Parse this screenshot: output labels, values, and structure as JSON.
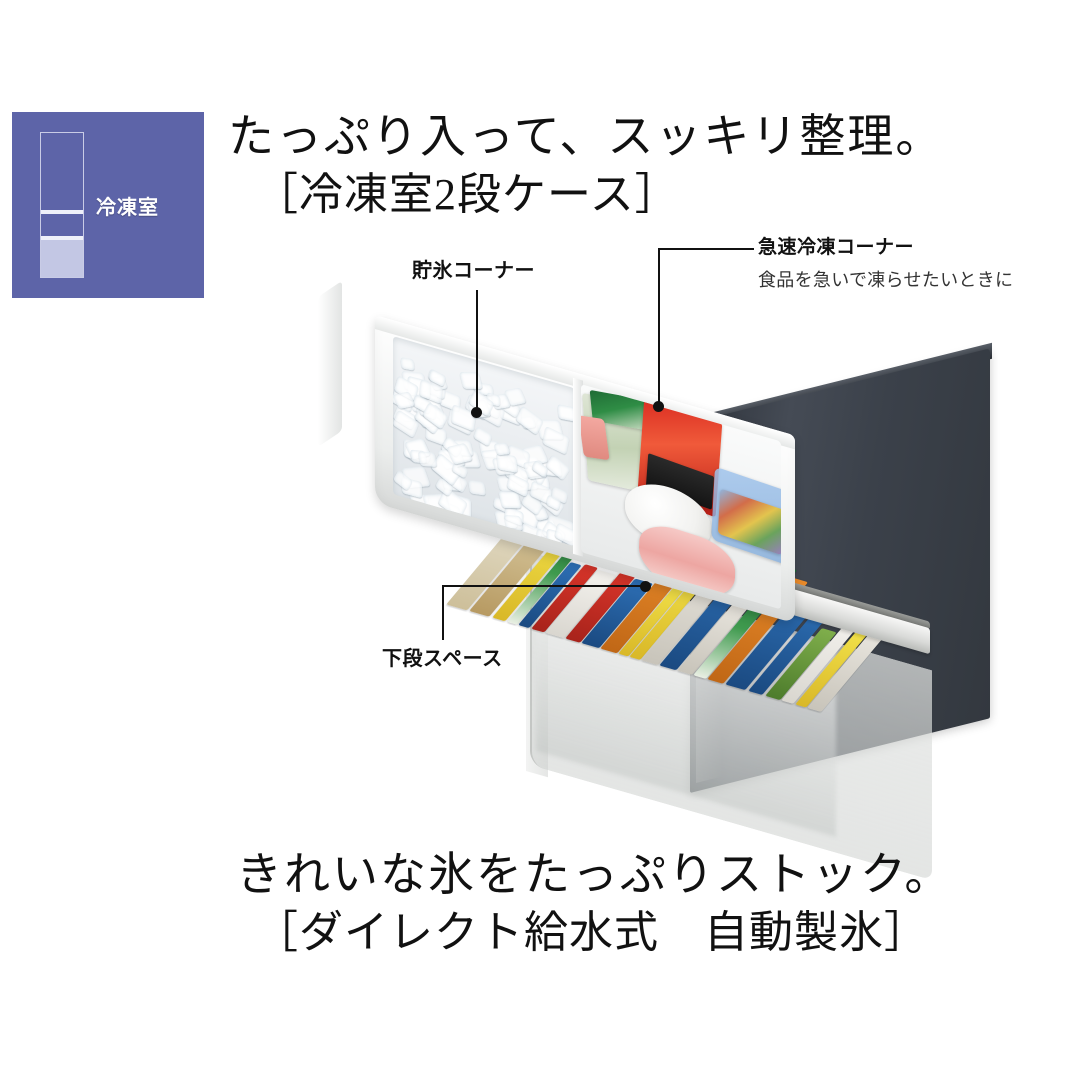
{
  "badge": {
    "label": "冷凍室",
    "bg_color": "#5d64a8",
    "highlight_color": "#c3c7e4",
    "icon": "fridge-compartment-diagram",
    "compartments": 3,
    "highlighted_compartment": 3
  },
  "headline": {
    "line1": "たっぷり入って、スッキリ整理。",
    "line2": "［冷凍室2段ケース］"
  },
  "callouts": [
    {
      "id": "ice",
      "label": "貯氷コーナー",
      "sub": ""
    },
    {
      "id": "quick",
      "label": "急速冷凍コーナー",
      "sub": "食品を急いで凍らせたいときに"
    },
    {
      "id": "lower",
      "label": "下段スペース",
      "sub": ""
    }
  ],
  "caption": {
    "line1": "きれいな氷をたっぷりストック。",
    "line2": "［ダイレクト給水式　自動製氷］"
  },
  "photo": {
    "alt": "冷凍室の2段ケースを引き出した状態の写真",
    "door_color": "#3a3e45",
    "tray_color": "#ffffff",
    "ice_color": "#eef3f6"
  }
}
